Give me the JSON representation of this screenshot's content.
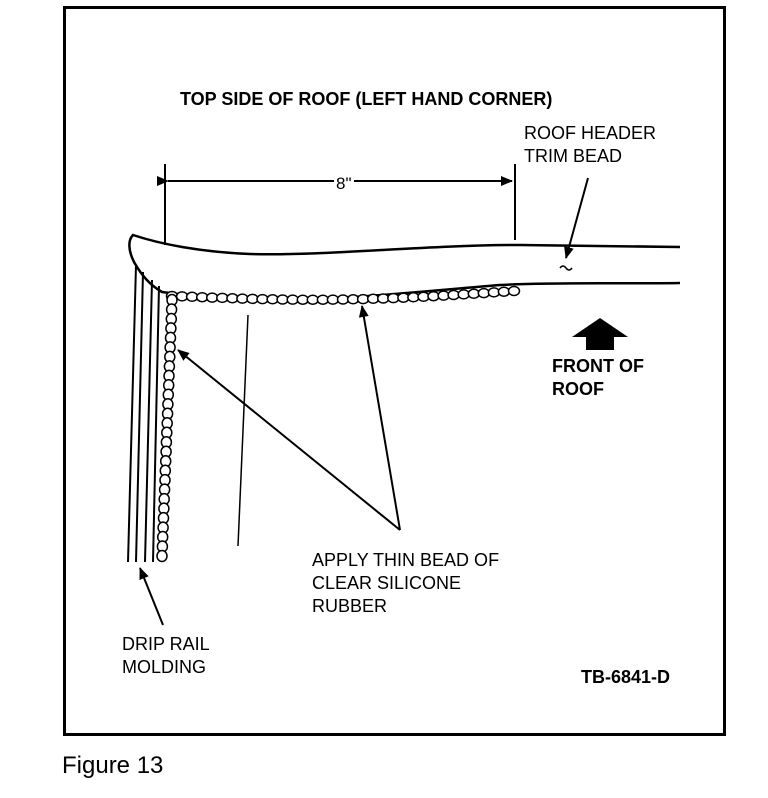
{
  "diagram": {
    "title": "TOP SIDE OF ROOF (LEFT HAND CORNER)",
    "labels": {
      "roof_header_trim_bead": "ROOF HEADER\nTRIM BEAD",
      "dimension": "8\"",
      "front_of_roof": "FRONT OF\nROOF",
      "apply_bead": "APPLY THIN BEAD OF\nCLEAR SILICONE\nRUBBER",
      "drip_rail_molding": "DRIP RAIL\nMOLDING",
      "reference_code": "TB-6841-D"
    }
  },
  "caption": "Figure 13"
}
